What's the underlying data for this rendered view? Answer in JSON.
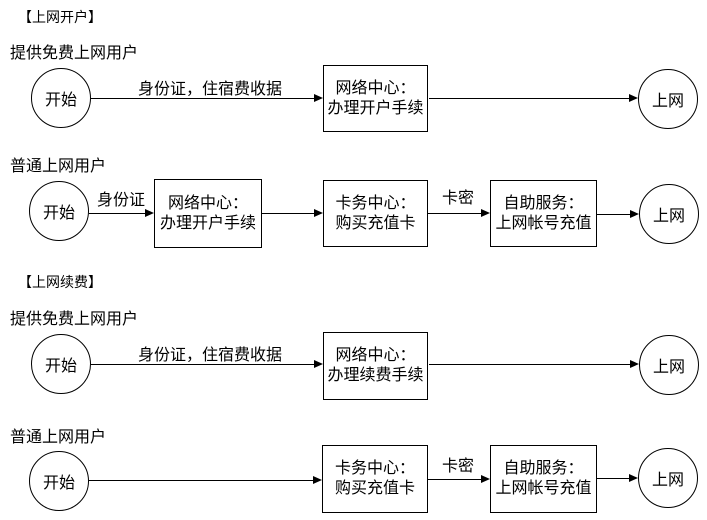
{
  "colors": {
    "background": "#ffffff",
    "line": "#000000",
    "text": "#000000"
  },
  "sections": [
    {
      "header": "【上网开户】",
      "rows": [
        {
          "label": "提供免费上网用户",
          "start": "开始",
          "end": "上网",
          "arrow_labels": [
            "身份证，住宿费收据"
          ],
          "boxes": [
            {
              "line1": "网络中心：",
              "line2": "办理开户手续"
            }
          ]
        },
        {
          "label": "普通上网用户",
          "start": "开始",
          "end": "上网",
          "arrow_labels": [
            "身份证",
            "卡密"
          ],
          "boxes": [
            {
              "line1": "网络中心：",
              "line2": "办理开户手续"
            },
            {
              "line1": "卡务中心：",
              "line2": "购买充值卡"
            },
            {
              "line1": "自助服务：",
              "line2": "上网帐号充值"
            }
          ]
        }
      ]
    },
    {
      "header": "【上网续费】",
      "rows": [
        {
          "label": "提供免费上网用户",
          "start": "开始",
          "end": "上网",
          "arrow_labels": [
            "身份证，住宿费收据"
          ],
          "boxes": [
            {
              "line1": "网络中心：",
              "line2": "办理续费手续"
            }
          ]
        },
        {
          "label": "普通上网用户",
          "start": "开始",
          "end": "上网",
          "arrow_labels": [
            "卡密"
          ],
          "boxes": [
            {
              "line1": "卡务中心：",
              "line2": "购买充值卡"
            },
            {
              "line1": "自助服务：",
              "line2": "上网帐号充值"
            }
          ]
        }
      ]
    }
  ]
}
